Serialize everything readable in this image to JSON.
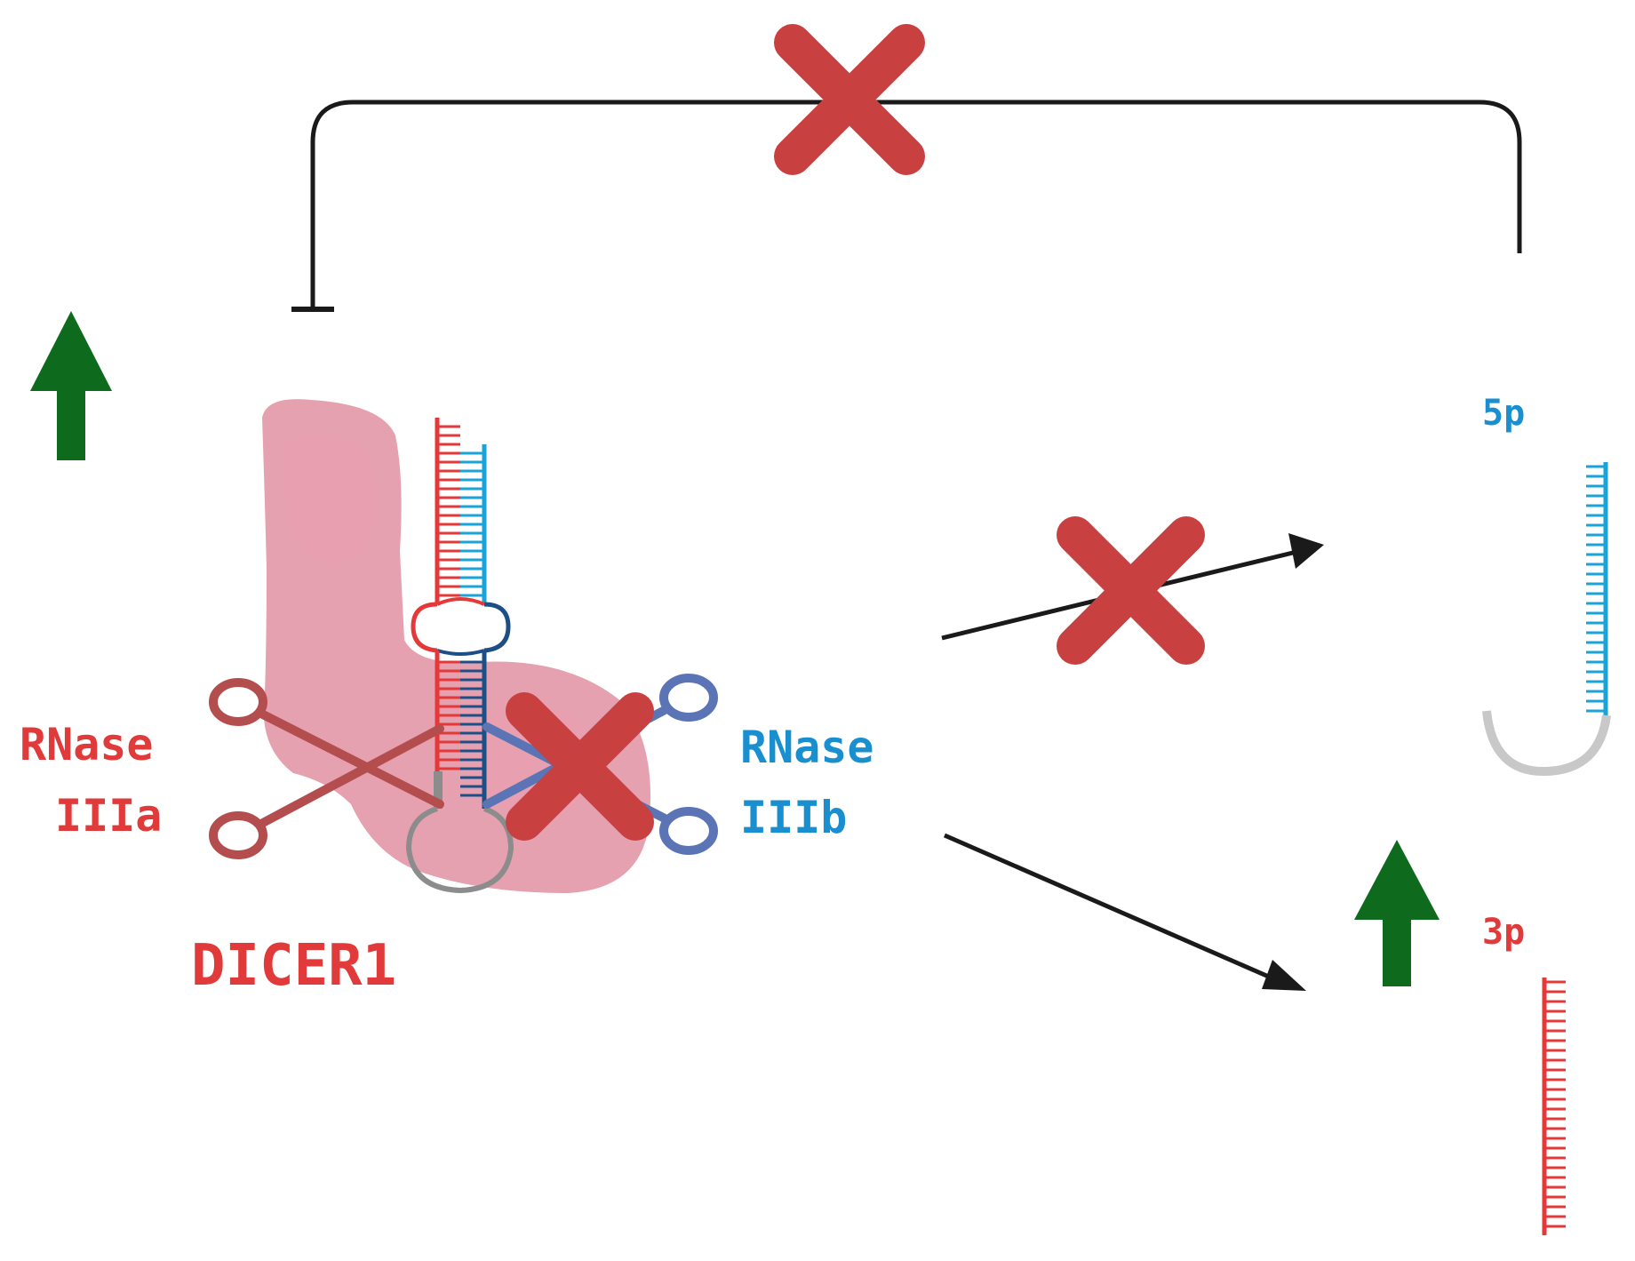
{
  "labels": {
    "rnase_a_line1": "RNase",
    "rnase_a_line2": "IIIa",
    "rnase_b_line1": "RNase",
    "rnase_b_line2": "IIIb",
    "dicer": "DICER1",
    "five_p": "5p",
    "three_p": "3p"
  },
  "colors": {
    "red_text": "#e03a3a",
    "blue_text": "#1a8fd0",
    "cross": "#c94040",
    "green_arrow": "#0e6a1c",
    "black": "#1a1a1a",
    "protein": "#e08a9c",
    "red_strand": "#e53838",
    "blue_strand": "#1aa3d9",
    "dark_blue_strand": "#1c4f86",
    "loop_gray": "#8c8c8c",
    "hairpin_light_gray": "#c8c8c8",
    "scissors_red": "#b44e4e",
    "scissors_blue": "#5a74b5"
  }
}
